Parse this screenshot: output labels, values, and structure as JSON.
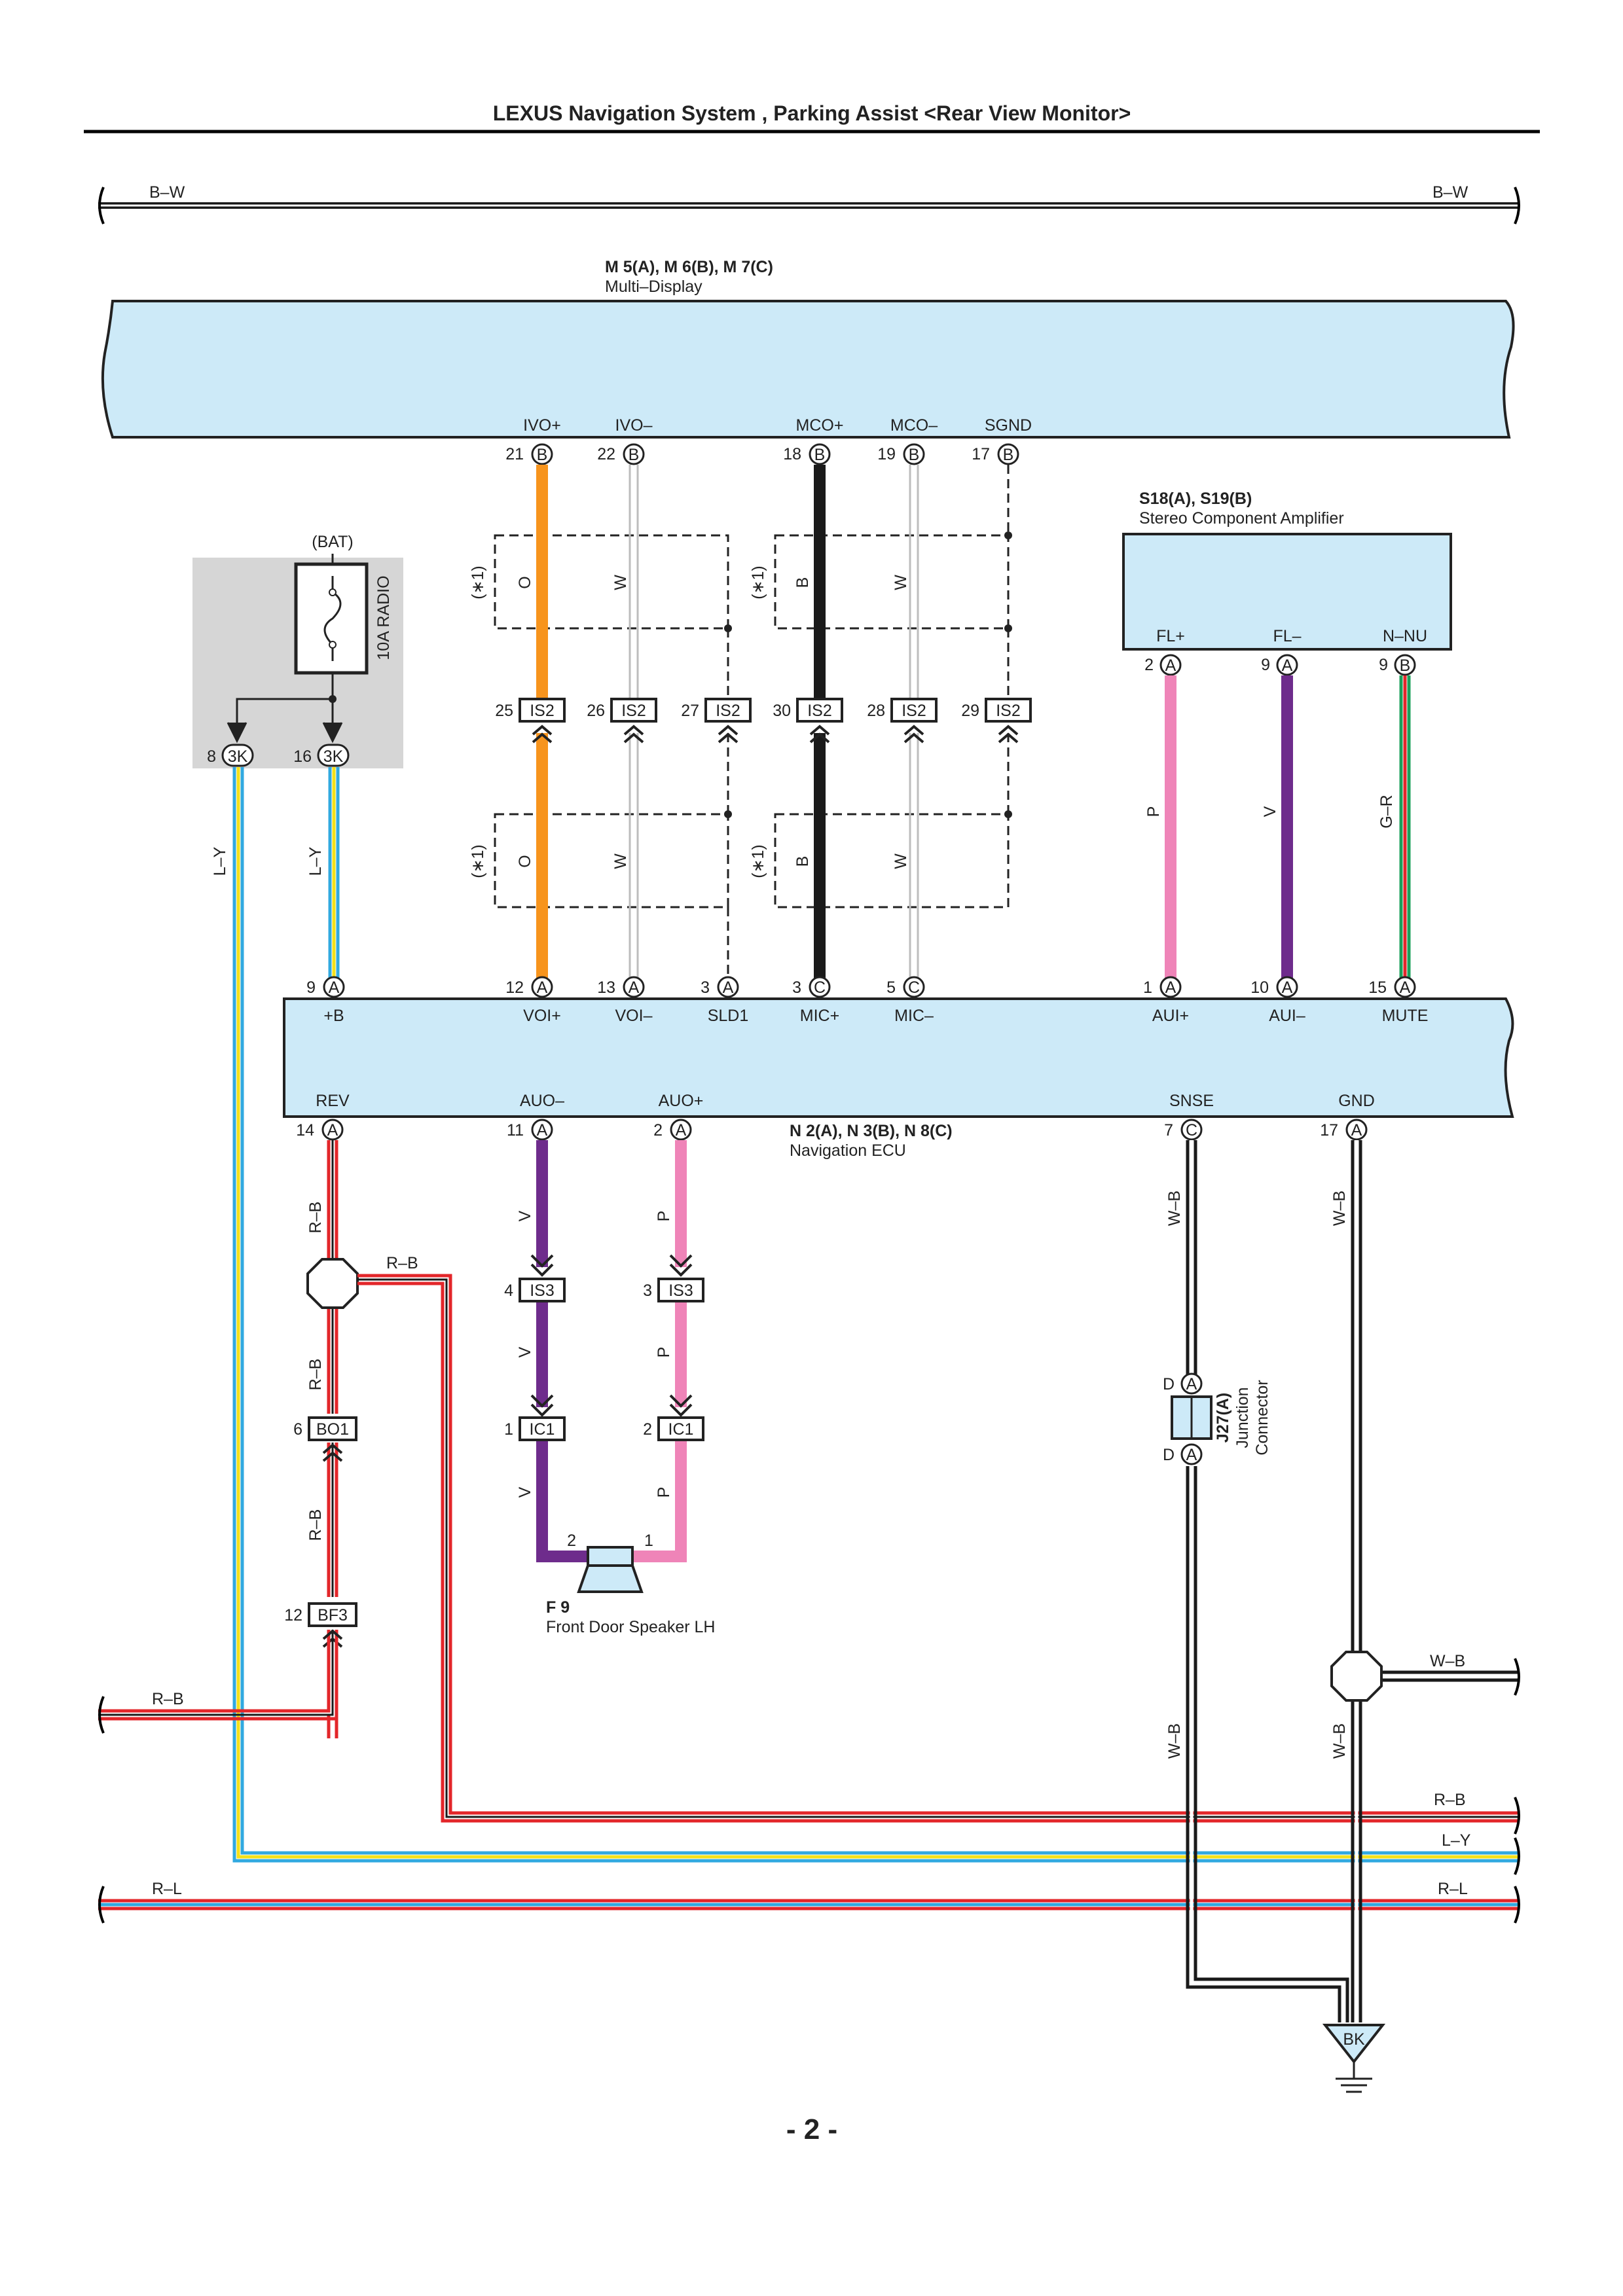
{
  "header": {
    "title": "LEXUS Navigation System , Parking Assist <Rear View Monitor>"
  },
  "page_number": "- 2 -",
  "colors": {
    "ecu_fill": "#cdeaf8",
    "orange": "#f7941d",
    "black": "#1a1a1a",
    "white_wire": "#bdbdbd",
    "pink": "#ef84b8",
    "violet": "#6e2c8c",
    "green": "#1aa05a",
    "red": "#e3262a",
    "blue": "#31a9e0",
    "yellow": "#f4e11a",
    "bat_box": "#d6d6d6"
  },
  "bus": {
    "left": "B–W",
    "right": "B–W"
  },
  "multi_display": {
    "id": "M 5(A), M 6(B), M 7(C)",
    "name": "Multi–Display",
    "pins": [
      {
        "label": "IVO+",
        "num": "21",
        "c": "B",
        "wire": "O"
      },
      {
        "label": "IVO–",
        "num": "22",
        "c": "B",
        "wire": "W"
      },
      {
        "label": "MCO+",
        "num": "18",
        "c": "B",
        "wire": "B"
      },
      {
        "label": "MCO–",
        "num": "19",
        "c": "B",
        "wire": "W"
      },
      {
        "label": "SGND",
        "num": "17",
        "c": "B",
        "wire": ""
      }
    ]
  },
  "shield_mark": "(∗1)",
  "is2": {
    "name": "IS2",
    "pins": [
      "25",
      "26",
      "27",
      "30",
      "28",
      "29"
    ]
  },
  "battery": {
    "label": "(BAT)",
    "fuse": "10A RADIO",
    "conn": "3K",
    "pins": [
      "8",
      "16"
    ]
  },
  "amp": {
    "id": "S18(A), S19(B)",
    "name": "Stereo Component Amplifier",
    "pins": [
      {
        "label": "FL+",
        "num": "2",
        "c": "A",
        "wire": "P"
      },
      {
        "label": "FL–",
        "num": "9",
        "c": "A",
        "wire": "V"
      },
      {
        "label": "N–NU",
        "num": "9",
        "c": "B",
        "wire": "G–R"
      }
    ]
  },
  "nav_ecu": {
    "id": "N 2(A), N 3(B), N 8(C)",
    "name": "Navigation ECU",
    "top_pins": [
      {
        "label": "+B",
        "num": "9",
        "c": "A"
      },
      {
        "label": "VOI+",
        "num": "12",
        "c": "A"
      },
      {
        "label": "VOI–",
        "num": "13",
        "c": "A"
      },
      {
        "label": "SLD1",
        "num": "3",
        "c": "A"
      },
      {
        "label": "MIC+",
        "num": "3",
        "c": "C"
      },
      {
        "label": "MIC–",
        "num": "5",
        "c": "C"
      },
      {
        "label": "AUI+",
        "num": "1",
        "c": "A"
      },
      {
        "label": "AUI–",
        "num": "10",
        "c": "A"
      },
      {
        "label": "MUTE",
        "num": "15",
        "c": "A"
      }
    ],
    "bottom_pins": [
      {
        "label": "REV",
        "num": "14",
        "c": "A"
      },
      {
        "label": "AUO–",
        "num": "11",
        "c": "A"
      },
      {
        "label": "AUO+",
        "num": "2",
        "c": "A"
      },
      {
        "label": "SNSE",
        "num": "7",
        "c": "C"
      },
      {
        "label": "GND",
        "num": "17",
        "c": "A"
      }
    ]
  },
  "wire_codes": {
    "ly": "L–Y",
    "rb": "R–B",
    "rl": "R–L",
    "wb": "W–B",
    "v": "V",
    "p": "P"
  },
  "connectors": {
    "is3": {
      "name": "IS3",
      "pins": [
        "4",
        "3"
      ]
    },
    "ic1": {
      "name": "IC1",
      "pins": [
        "1",
        "2"
      ]
    },
    "bo1": {
      "name": "BO1",
      "pin": "6"
    },
    "bf3": {
      "name": "BF3",
      "pin": "12"
    }
  },
  "speaker": {
    "id": "F 9",
    "name": "Front Door Speaker LH",
    "pins": [
      "2",
      "1"
    ]
  },
  "junction": {
    "id": "J27(A)",
    "name1": "Junction",
    "name2": "Connector",
    "pin": "D",
    "c": "A"
  },
  "ground": {
    "label": "BK"
  }
}
